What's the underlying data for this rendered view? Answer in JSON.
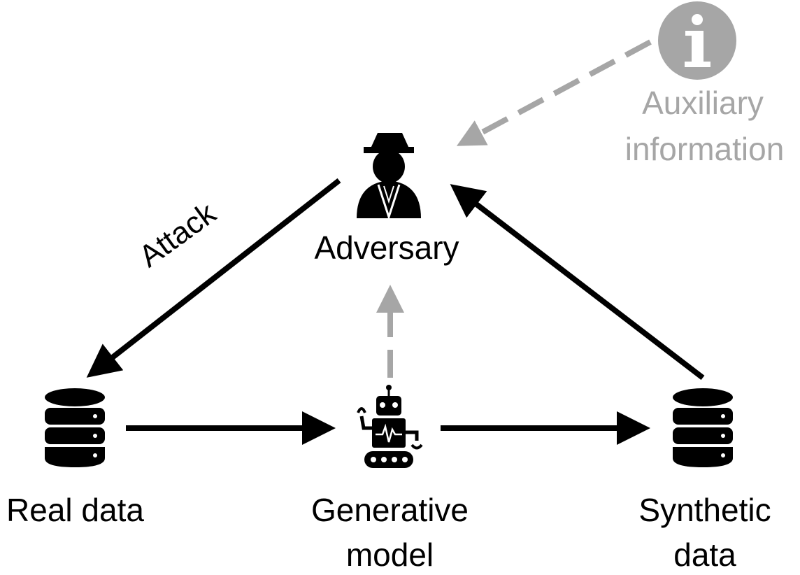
{
  "nodes": {
    "adversary": {
      "label": "Adversary",
      "icon": "spy-icon"
    },
    "auxiliary": {
      "line1": "Auxiliary",
      "line2": "information",
      "icon": "info-icon"
    },
    "real_data": {
      "label": "Real data",
      "icon": "database-icon"
    },
    "generative_model": {
      "line1": "Generative",
      "line2": "model",
      "icon": "robot-icon"
    },
    "synthetic_data": {
      "line1": "Synthetic",
      "line2": "data",
      "icon": "database-icon"
    }
  },
  "edges": {
    "attack_label": "Attack"
  },
  "colors": {
    "solid": "#000000",
    "dashed": "#a6a6a6"
  }
}
